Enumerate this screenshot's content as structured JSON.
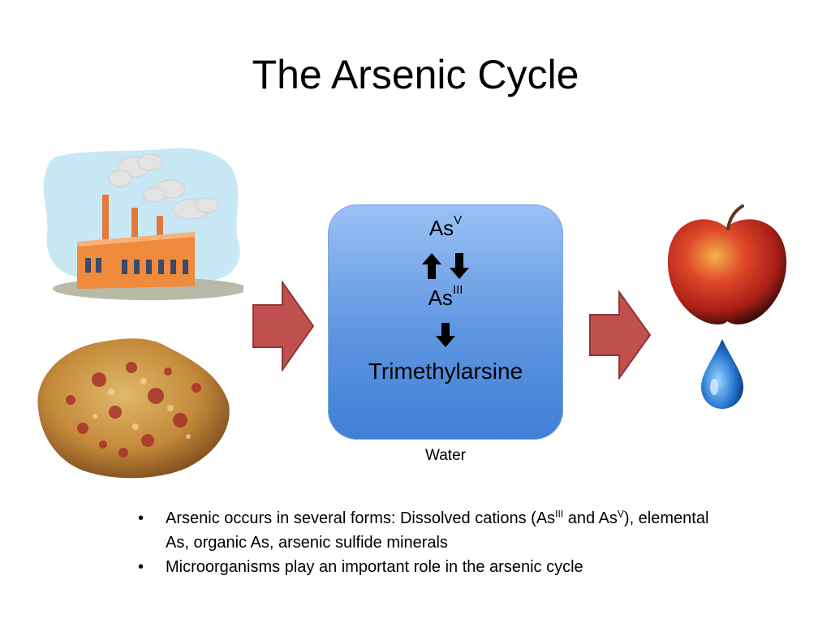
{
  "slide": {
    "title": "The Arsenic Cycle",
    "box": {
      "species_top": "As",
      "species_top_sup": "V",
      "species_mid": "As",
      "species_mid_sup": "III",
      "species_bottom": "Trimethylarsine"
    },
    "caption": "Water",
    "bullets": [
      {
        "part1": "Arsenic occurs in several forms: Dissolved cations (As",
        "sup1": "III",
        "part2": " and As",
        "sup2": "V",
        "part3": "), elemental As, organic As, arsenic sulfide minerals"
      },
      {
        "text": "Microorganisms play an important role in the arsenic cycle"
      }
    ]
  },
  "icons": {
    "factory": "factory-icon",
    "rock": "mineral-rock-icon",
    "apple": "apple-icon",
    "drop": "water-drop-icon",
    "arrow": "arrow-right-icon"
  },
  "colors": {
    "arrow_fill": "#c0504d",
    "box_top": "#9bc1f5",
    "box_bottom": "#3f7fd6"
  }
}
